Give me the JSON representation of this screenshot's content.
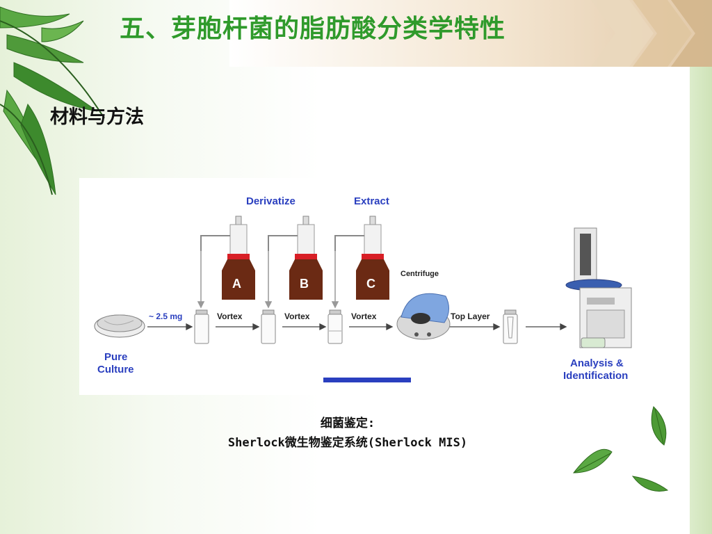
{
  "header": {
    "title": "五、芽胞杆菌的脂肪酸分类学特性"
  },
  "section": {
    "subtitle": "材料与方法"
  },
  "diagram": {
    "steps_top": {
      "derivatize": "Derivatize",
      "extract": "Extract"
    },
    "bottles": [
      "A",
      "B",
      "C"
    ],
    "amount": "~ 2.5 mg",
    "vortex": "Vortex",
    "centrifuge": "Centrifuge",
    "top_layer": "Top Layer",
    "pure_line1": "Pure",
    "pure_line2": "Culture",
    "analysis_line1": "Analysis &",
    "analysis_line2": "Identification"
  },
  "caption": {
    "line1": "细菌鉴定:",
    "line2": "Sherlock微生物鉴定系统(Sherlock MIS)"
  },
  "colors": {
    "title": "#2f9a2b",
    "accent_blue": "#2a3fbf",
    "bottle_brown": "#6b2a14",
    "cap_red": "#d81f26"
  },
  "icons": [
    "fern-leaf-icon",
    "green-leaf-icon",
    "petri-dish-icon",
    "dispenser-bottle-icon",
    "vial-icon",
    "centrifuge-icon",
    "gc-instrument-icon",
    "arrow-icon"
  ]
}
